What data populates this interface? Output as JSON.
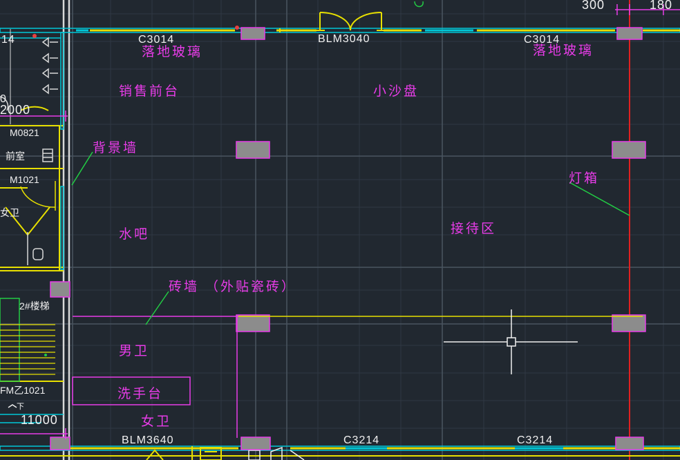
{
  "labels": {
    "window_top_left": "C3014",
    "window_top_right": "C3014",
    "door_top": "BLM3040",
    "glass_left": "落地玻璃",
    "glass_right": "落地玻璃",
    "sales_desk": "销售前台",
    "sand_table": "小沙盘",
    "feature_wall": "背景墙",
    "light_box": "灯箱",
    "water_bar": "水吧",
    "reception": "接待区",
    "brick_wall": "砖墙 （外贴瓷砖）",
    "mens_wc": "男卫",
    "wash_basin": "洗手台",
    "womens_wc": "女卫",
    "door_bottom": "BLM3640",
    "window_bottom_left": "C3214",
    "window_bottom_right": "C3214",
    "dim_300": "300",
    "dim_180": "180",
    "dim_14": "14",
    "dim_2000": "2000",
    "dim_0": "0",
    "dim_11000": "11000",
    "door_m0821": "M0821",
    "anteroom": "前室",
    "door_m1021": "M1021",
    "wc_left": "女卫",
    "stair_2": "2#楼梯",
    "fire_door": "FM乙1021",
    "down_mark": "下"
  },
  "colors": {
    "background": "#212830",
    "wall": "#e8e000",
    "window": "#00c8d8",
    "text_room": "#e83ce8",
    "text_tag": "#f0f0f0",
    "leader": "#22cc44",
    "red_axis": "#e02020",
    "column": "#8c8c8c"
  }
}
